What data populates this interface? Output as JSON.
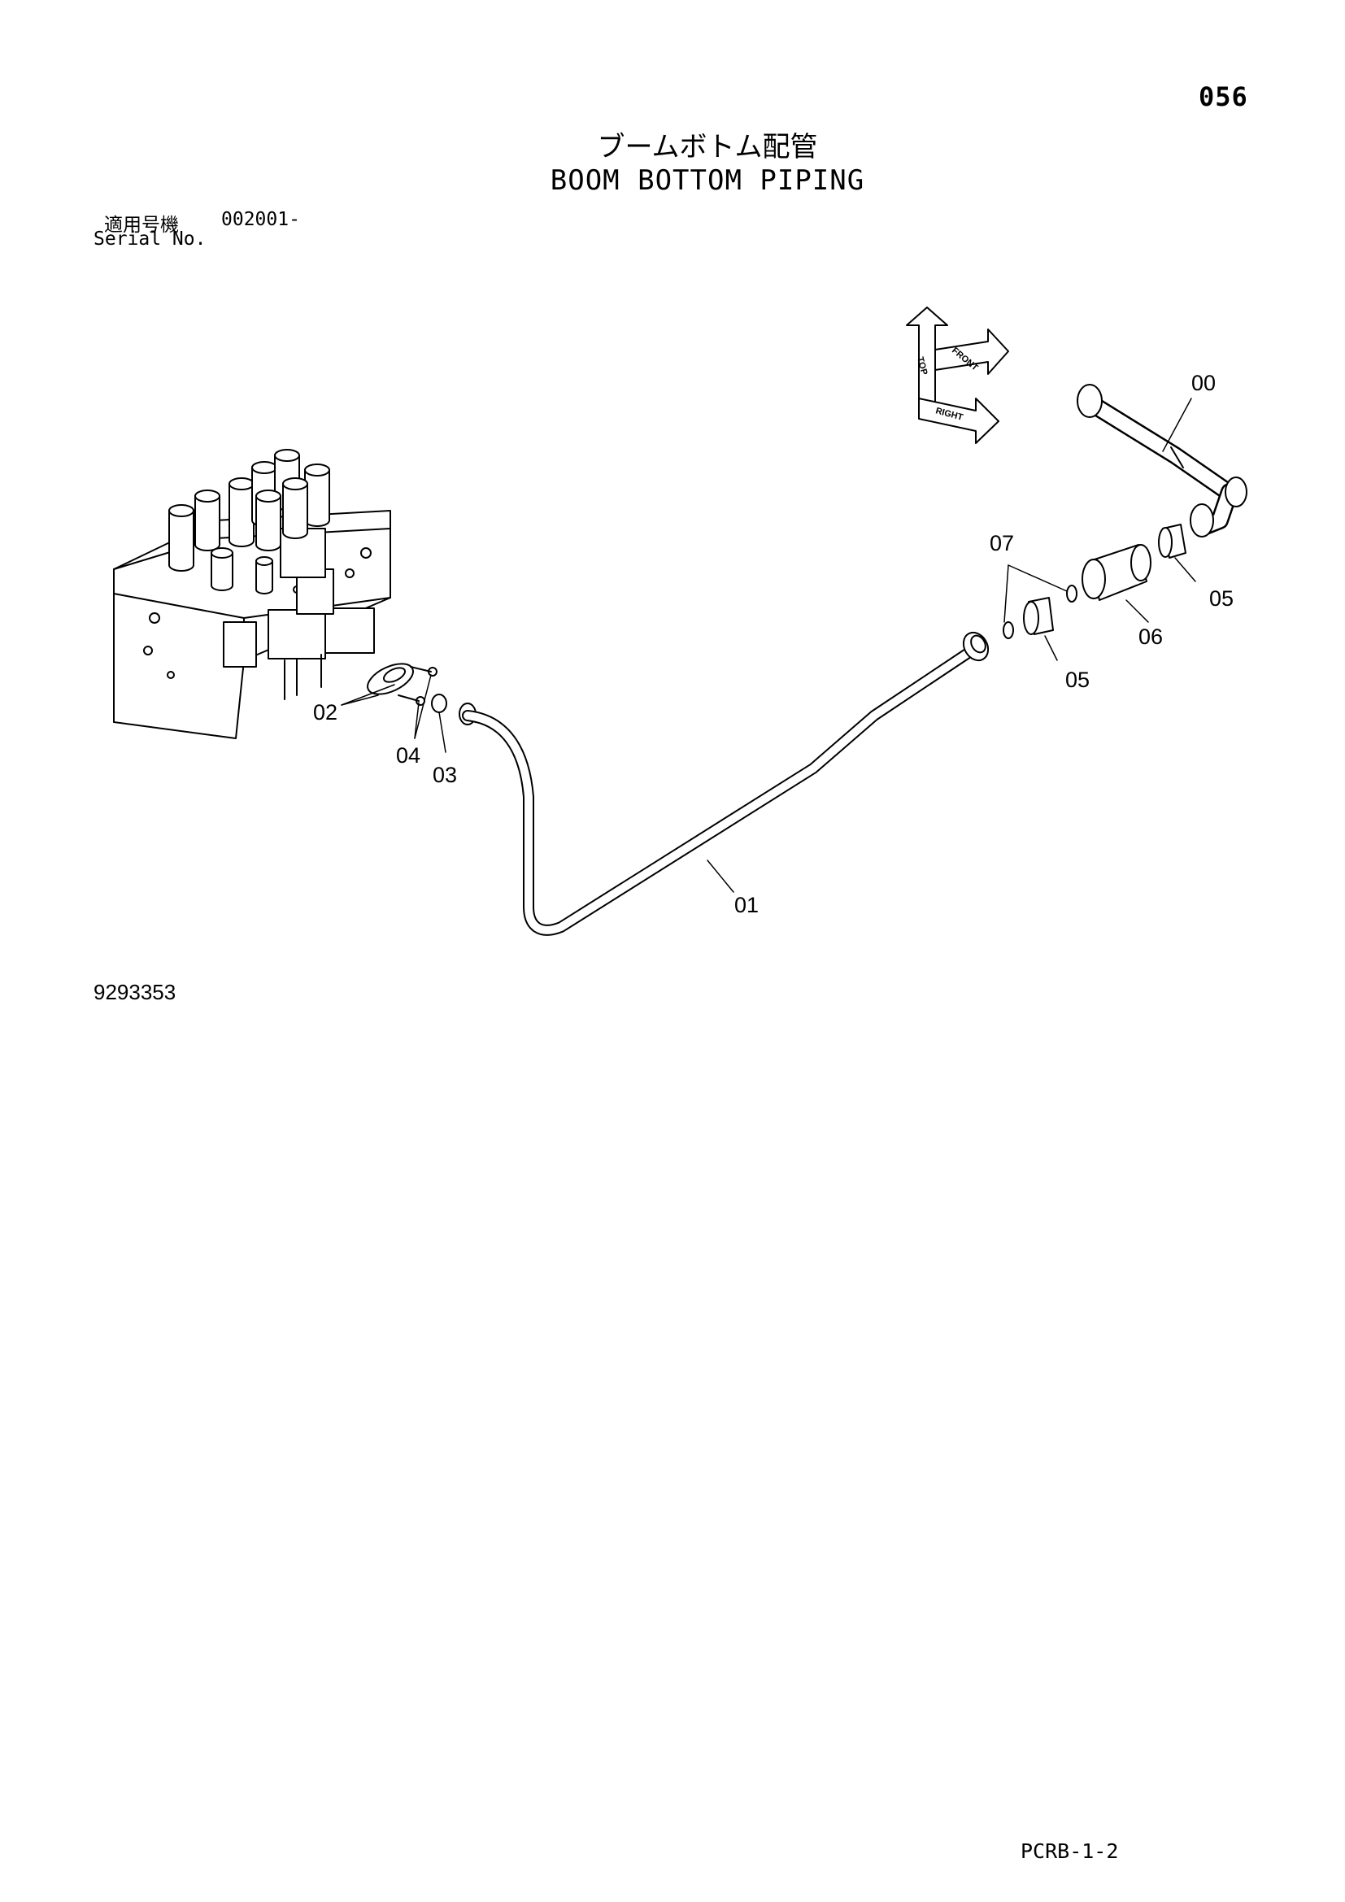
{
  "header": {
    "page_number": "056",
    "title_jp": "ブームボトム配管",
    "title_en": "BOOM BOTTOM PIPING",
    "serial_label_jp": "適用号機",
    "serial_value": "002001-",
    "serial_label_en": "Serial No."
  },
  "diagram": {
    "drawing_number": "9293353",
    "callouts": [
      "00",
      "01",
      "02",
      "03",
      "04",
      "05",
      "05",
      "06",
      "07"
    ],
    "orientation": [
      "TOP",
      "FRONT",
      "RIGHT"
    ]
  },
  "footer": {
    "doc_code": "PCRB-1-2"
  }
}
